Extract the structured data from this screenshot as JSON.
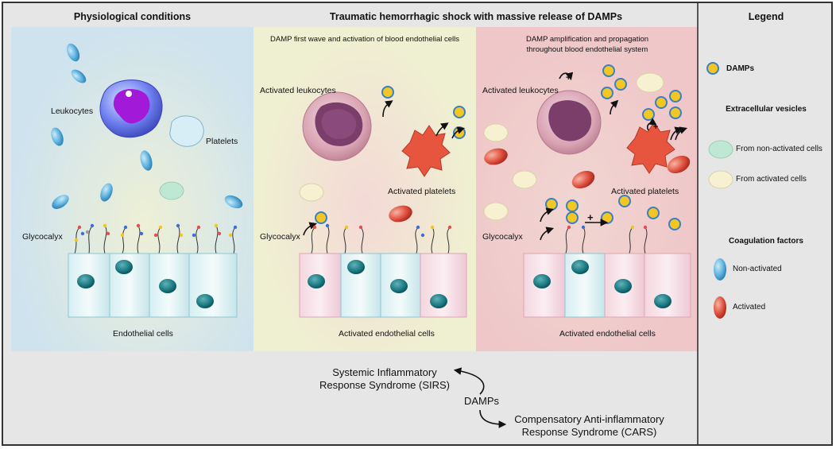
{
  "headers": {
    "physiological": "Physiological conditions",
    "traumatic": "Traumatic hemorrhagic shock with massive release of DAMPs",
    "legend": "Legend"
  },
  "panel1": {
    "leukocytes": "Leukocytes",
    "platelets": "Platelets",
    "glycocalyx": "Glycocalyx",
    "endothelial": "Endothelial cells"
  },
  "panel2": {
    "subtitle": "DAMP first wave and activation of blood endothelial cells",
    "leukocytes": "Activated leukocytes",
    "platelets": "Activated platelets",
    "glycocalyx": "Glycocalyx",
    "endothelial": "Activated endothelial cells"
  },
  "panel3": {
    "subtitle_line1": "DAMP amplification and propagation",
    "subtitle_line2": "throughout blood endothelial system",
    "leukocytes": "Activated leukocytes",
    "platelets": "Activated platelets",
    "glycocalyx": "Glycocalyx",
    "endothelial": "Activated endothelial cells"
  },
  "legend": {
    "damps": "DAMPs",
    "vesicles_header": "Extracellular vesicles",
    "from_non_activated": "From non-activated cells",
    "from_activated": "From activated cells",
    "coag_header": "Coagulation factors",
    "non_activated": "Non-activated",
    "activated": "Activated"
  },
  "bottom": {
    "sirs_line1": "Systemic Inflammatory",
    "sirs_line2": "Response Syndrome (SIRS)",
    "damps": "DAMPs",
    "cars_line1": "Compensatory Anti-inflammatory",
    "cars_line2": "Response Syndrome (CARS)"
  },
  "colors": {
    "panel1_bg": "#cfe3ee",
    "panel2_bg": "#efefd2",
    "panel3_bg": "#f0c9c9",
    "damp_fill": "#f2c623",
    "damp_ring": "#3b7fc4",
    "vesicle_green": "#bfe8d4",
    "vesicle_cream": "#f7f1d2",
    "coag_blue": "#5fb3df",
    "coag_red": "#e0513f",
    "endothelial_nucleus": "#15727c",
    "leukocyte_purple": "#8a2be2"
  },
  "symbols": {
    "plus": "+"
  }
}
